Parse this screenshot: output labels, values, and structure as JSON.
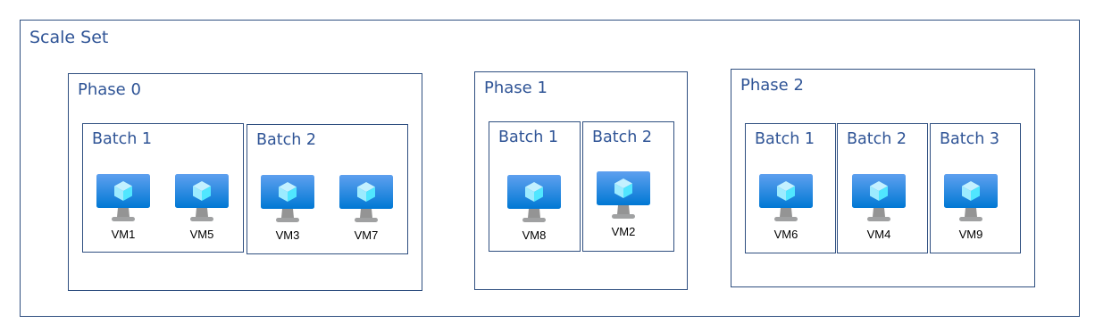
{
  "scale_set": {
    "label": "Scale Set",
    "phases": [
      {
        "label": "Phase 0",
        "batches": [
          {
            "label": "Batch 1",
            "vms": [
              "VM1",
              "VM5"
            ]
          },
          {
            "label": "Batch 2",
            "vms": [
              "VM3",
              "VM7"
            ]
          }
        ]
      },
      {
        "label": "Phase 1",
        "batches": [
          {
            "label": "Batch 1",
            "vms": [
              "VM8"
            ]
          },
          {
            "label": "Batch 2",
            "vms": [
              "VM2"
            ]
          }
        ]
      },
      {
        "label": "Phase 2",
        "batches": [
          {
            "label": "Batch 1",
            "vms": [
              "VM6"
            ]
          },
          {
            "label": "Batch 2",
            "vms": [
              "VM4"
            ]
          },
          {
            "label": "Batch 3",
            "vms": [
              "VM9"
            ]
          }
        ]
      }
    ]
  },
  "icon": "virtual-machine-icon",
  "colors": {
    "border": "#2f4f80",
    "label": "#2f5496",
    "monitor_top": "#5ea0ef",
    "monitor_bottom": "#0078d4",
    "cube": "#9cebff",
    "stand": "#949494"
  }
}
